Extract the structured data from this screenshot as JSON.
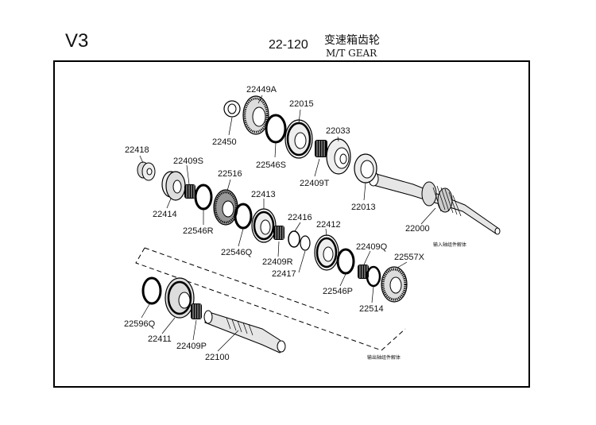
{
  "header": {
    "model": "V3",
    "page_number": "22-120",
    "title_cn": "变速箱齿轮",
    "title_en": "M/T   GEAR"
  },
  "notes": {
    "input_shaft": "输入轴组件解体",
    "output_shaft": "输出轴组件解体"
  },
  "parts": [
    "22449A",
    "22015",
    "22450",
    "22546S",
    "22033",
    "22409T",
    "22013",
    "22000",
    "22418",
    "22409S",
    "22516",
    "22414",
    "22413",
    "22546R",
    "22416",
    "22412",
    "22546Q",
    "22409R",
    "22417",
    "22409Q",
    "22557X",
    "22546P",
    "22514",
    "22596Q",
    "22411",
    "22409P",
    "22100"
  ]
}
